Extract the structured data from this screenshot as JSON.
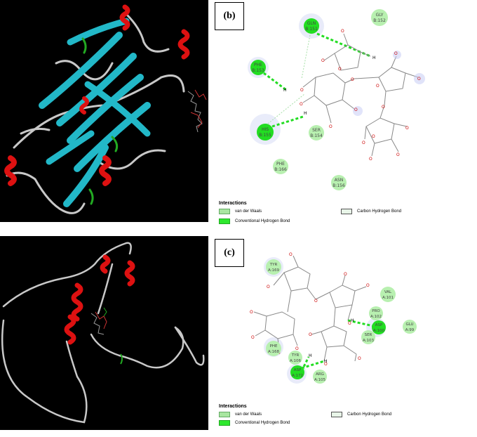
{
  "panels": {
    "b": {
      "label": "(b)"
    },
    "c": {
      "label": "(c)"
    }
  },
  "panel_b": {
    "residues": [
      {
        "name": "GLN",
        "id": "B:151",
        "type": "hbond"
      },
      {
        "name": "GLY",
        "id": "B:152",
        "type": "vdw"
      },
      {
        "name": "PHE",
        "id": "B:153",
        "type": "hbond"
      },
      {
        "name": "HIS",
        "id": "B:155",
        "type": "hbond"
      },
      {
        "name": "SER",
        "id": "B:154",
        "type": "vdw"
      },
      {
        "name": "PHE",
        "id": "B:166",
        "type": "vdw"
      },
      {
        "name": "ASN",
        "id": "B:156",
        "type": "vdw"
      }
    ],
    "atom_h": "H",
    "atom_o": "O"
  },
  "panel_c": {
    "residues": [
      {
        "name": "TYR",
        "id": "A:169",
        "type": "vdw"
      },
      {
        "name": "VAL",
        "id": "A:101",
        "type": "vdw"
      },
      {
        "name": "PRO",
        "id": "A:102",
        "type": "vdw"
      },
      {
        "name": "ASP",
        "id": "A:100",
        "type": "hbond"
      },
      {
        "name": "GLU",
        "id": "A:99",
        "type": "vdw"
      },
      {
        "name": "SER",
        "id": "A:103",
        "type": "vdw"
      },
      {
        "name": "PHE",
        "id": "A:168",
        "type": "vdw"
      },
      {
        "name": "TYR",
        "id": "A:106",
        "type": "vdw"
      },
      {
        "name": "ASP",
        "id": "A:172",
        "type": "hbond"
      },
      {
        "name": "ARG",
        "id": "A:105",
        "type": "vdw"
      }
    ]
  },
  "legend": {
    "title": "Interactions",
    "items": [
      {
        "label": "van der Waals",
        "color": "#a8e6a0"
      },
      {
        "label": "Conventional Hydrogen Bond",
        "color": "#2ee82e"
      },
      {
        "label": "Carbon Hydrogen Bond",
        "color": "#e8f5e8"
      }
    ]
  },
  "colors": {
    "helix": "#dd1111",
    "sheet": "#22b8c8",
    "coil": "#c8c8c8",
    "turn": "#22aa22",
    "hbond": "#22dd22",
    "vdw_fill": "#b8f0b0",
    "oxygen": "#cc0000"
  }
}
